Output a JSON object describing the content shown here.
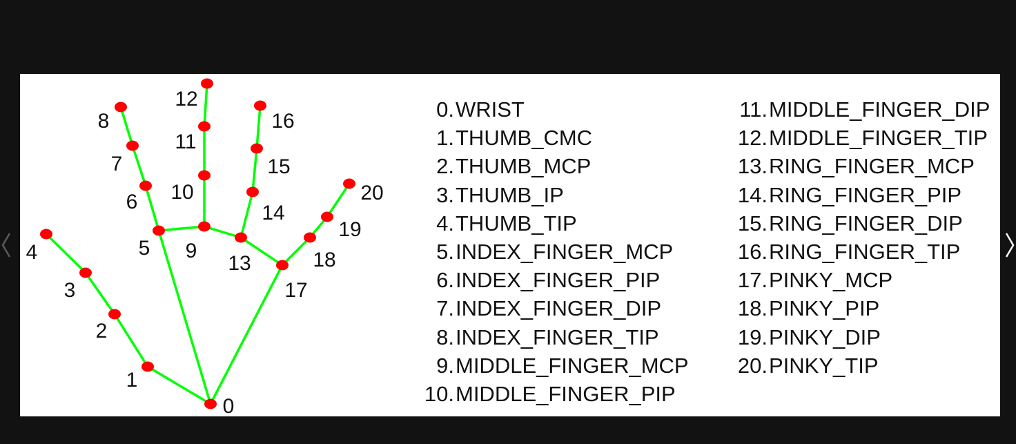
{
  "viewer": {
    "background_color": "#121212",
    "prev_icon": "chevron-left-icon",
    "next_icon": "chevron-right-icon"
  },
  "figure": {
    "bone_color": "#00ff00",
    "joint_color": "#ff0000",
    "landmark_labels": [
      "0",
      "1",
      "2",
      "3",
      "4",
      "5",
      "6",
      "7",
      "8",
      "9",
      "10",
      "11",
      "12",
      "13",
      "14",
      "15",
      "16",
      "17",
      "18",
      "19",
      "20"
    ],
    "connections": [
      [
        0,
        1
      ],
      [
        1,
        2
      ],
      [
        2,
        3
      ],
      [
        3,
        4
      ],
      [
        0,
        5
      ],
      [
        5,
        6
      ],
      [
        6,
        7
      ],
      [
        7,
        8
      ],
      [
        5,
        9
      ],
      [
        9,
        10
      ],
      [
        10,
        11
      ],
      [
        11,
        12
      ],
      [
        9,
        13
      ],
      [
        13,
        14
      ],
      [
        14,
        15
      ],
      [
        15,
        16
      ],
      [
        13,
        17
      ],
      [
        17,
        18
      ],
      [
        18,
        19
      ],
      [
        19,
        20
      ],
      [
        0,
        17
      ]
    ],
    "legend_left": [
      {
        "index": "0.",
        "name": "WRIST"
      },
      {
        "index": "1.",
        "name": "THUMB_CMC"
      },
      {
        "index": "2.",
        "name": "THUMB_MCP"
      },
      {
        "index": "3.",
        "name": "THUMB_IP"
      },
      {
        "index": "4.",
        "name": "THUMB_TIP"
      },
      {
        "index": "5.",
        "name": "INDEX_FINGER_MCP"
      },
      {
        "index": "6.",
        "name": "INDEX_FINGER_PIP"
      },
      {
        "index": "7.",
        "name": "INDEX_FINGER_DIP"
      },
      {
        "index": "8.",
        "name": "INDEX_FINGER_TIP"
      },
      {
        "index": "9.",
        "name": "MIDDLE_FINGER_MCP"
      },
      {
        "index": "10.",
        "name": "MIDDLE_FINGER_PIP"
      }
    ],
    "legend_right": [
      {
        "index": "11.",
        "name": "MIDDLE_FINGER_DIP"
      },
      {
        "index": "12.",
        "name": "MIDDLE_FINGER_TIP"
      },
      {
        "index": "13.",
        "name": "RING_FINGER_MCP"
      },
      {
        "index": "14.",
        "name": "RING_FINGER_PIP"
      },
      {
        "index": "15.",
        "name": "RING_FINGER_DIP"
      },
      {
        "index": "16.",
        "name": "RING_FINGER_TIP"
      },
      {
        "index": "17.",
        "name": "PINKY_MCP"
      },
      {
        "index": "18.",
        "name": "PINKY_PIP"
      },
      {
        "index": "19.",
        "name": "PINKY_DIP"
      },
      {
        "index": "20.",
        "name": "PINKY_TIP"
      }
    ]
  }
}
